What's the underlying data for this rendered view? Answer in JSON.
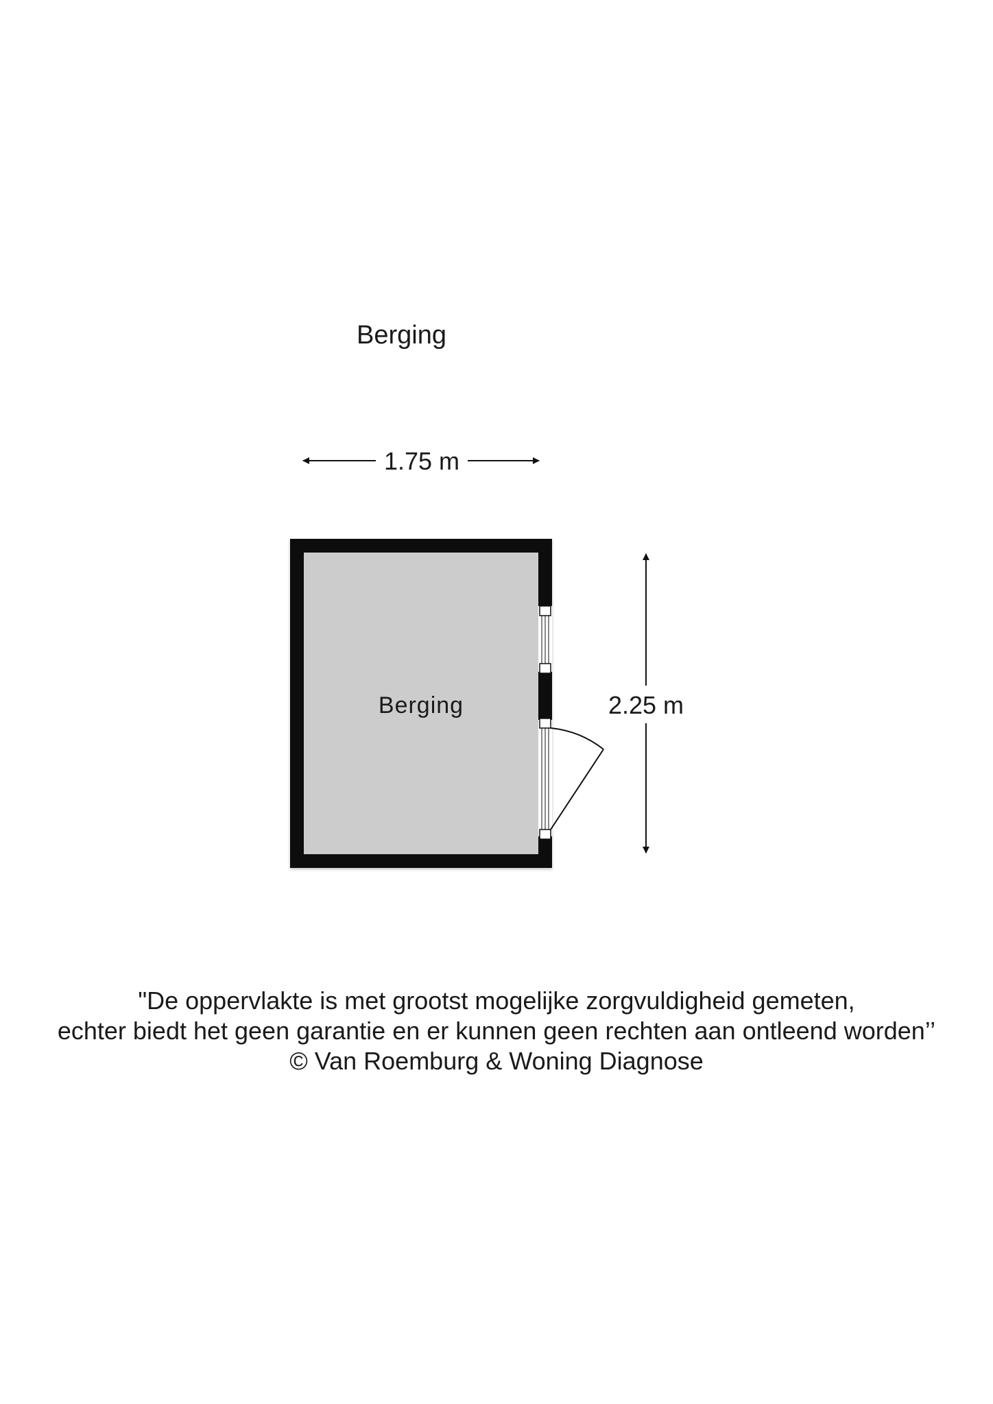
{
  "title": "Berging",
  "room": {
    "label": "Berging"
  },
  "dimensions": {
    "width": "1.75 m",
    "depth": "2.25 m"
  },
  "disclaimer": {
    "line1": "\"De oppervlakte is met grootst mogelijke zorgvuldigheid gemeten,",
    "line2": "echter biedt het geen garantie en er kunnen geen rechten aan ontleend worden’’",
    "line3": "© Van Roemburg & Woning Diagnose"
  },
  "colors": {
    "wall": "#111111",
    "floor": "#cccccc",
    "text": "#1a1a1a",
    "background": "#ffffff"
  }
}
